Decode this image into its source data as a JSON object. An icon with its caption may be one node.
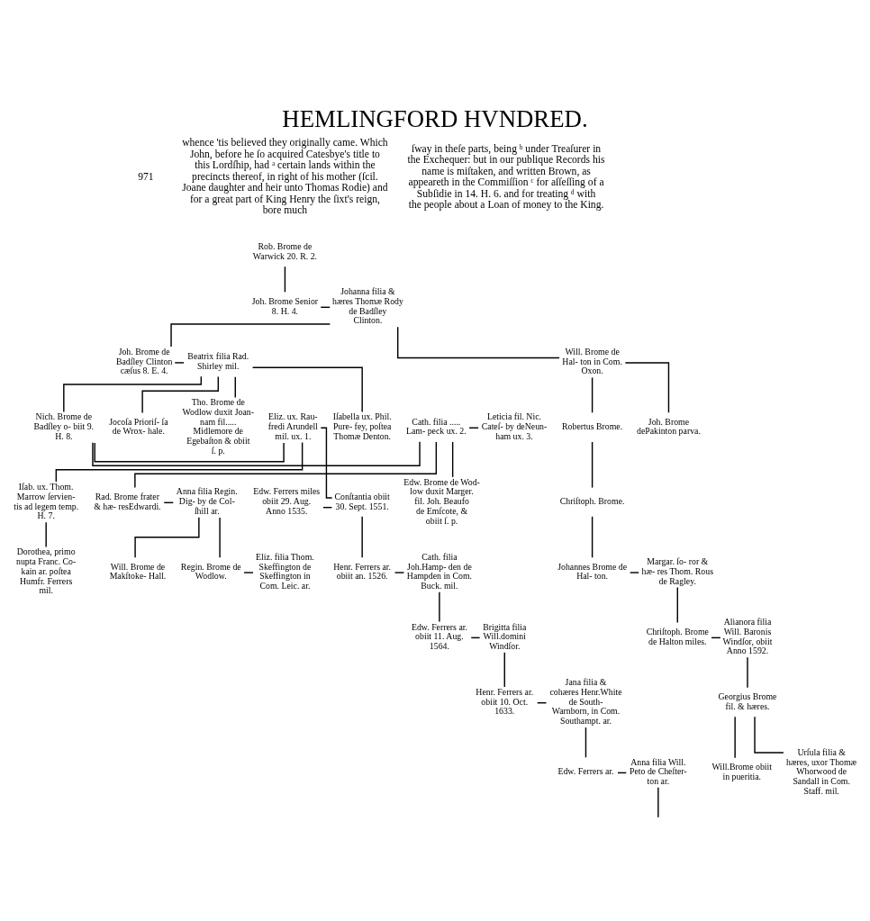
{
  "diagram": {
    "title": "HEMLINGFORD HVNDRED.",
    "nodes": [
      {
        "text": [
          "Rob. Brome de Warwick 20. R. 2."
        ]
      },
      {
        "text": [
          "Joh. Brome Senior 8. H. 4."
        ]
      },
      {
        "text": [
          "Johanna filia & hæres Thomæ Rody de Badſley Clinton."
        ]
      },
      {
        "text": [
          "Joh. Brome de Badſley Clinton cæſus 8. E. 4."
        ]
      },
      {
        "text": [
          "Beatrix filia Rad. Shirley mil."
        ]
      },
      {
        "text": [
          "Will. Brome de Hal- ton in Com. Oxon."
        ]
      },
      {
        "text": [
          "Jocoſa Prioriſ- ſa de Wrox- hale."
        ]
      },
      {
        "text": [
          "Tho. Brome de Wodlow duxit Joan- nam fil..... Midlemore de Egebaſton & obiit ſ. p."
        ]
      },
      {
        "text": [
          "Iſabella ux. Phil. Pure- fey, poſtea Thomæ Denton."
        ]
      },
      {
        "text": [
          "Eliz. ux. Rau- fredi Arundell mil. ux. 1."
        ]
      },
      {
        "text": [
          "Nich. Brome de Badſley o- biit 9. H. 8."
        ]
      },
      {
        "text": [
          "Cath. filia ..... Lam- peck ux. 2."
        ]
      },
      {
        "text": [
          "Leticia fil. Nic. Cateſ- by deNeun- ham ux. 3."
        ]
      },
      {
        "text": [
          "Joh. Brome dePakinton parva."
        ]
      },
      {
        "text": [
          "Robertus Brome."
        ]
      },
      {
        "text": [
          "Iſab. ux. Thom. Marrow ſervien- tis ad legem temp. H. 7."
        ]
      },
      {
        "text": [
          "Edw. Ferrers miles obiit 29. Aug. Anno 1535."
        ]
      },
      {
        "text": [
          "Conſtantia obiit 30. Sept. 1551."
        ]
      },
      {
        "text": [
          "Edw. Brome de Wod- low duxit Marger. fil. Joh. Beaufo de Emſcote, & obiit ſ. p."
        ]
      },
      {
        "text": [
          "Rad. Brome frater & hæ- resEdwardi."
        ]
      },
      {
        "text": [
          "Anna filia Regin. Dig- by de Col- ſhill ar."
        ]
      },
      {
        "text": [
          "Chriſtoph. Brome."
        ]
      },
      {
        "text": [
          "Dorothea, primo nupta Franc. Co- kain ar. poſtea Humfr. Ferrers mil."
        ]
      },
      {
        "text": [
          "Henr. Ferrers ar. obiit an. 1526."
        ]
      },
      {
        "text": [
          "Cath. filia Joh.Hamp- den de Hampden in Com. Buck. mil."
        ]
      },
      {
        "text": [
          "Will. Brome de Makſtoke- Hall."
        ]
      },
      {
        "text": [
          "Regin. Brome de Wodlow."
        ]
      },
      {
        "text": [
          "Eliz. filia Thom. Skeffington de Skeffington in Com. Leic. ar."
        ]
      },
      {
        "text": [
          "Johannes Brome de Hal- ton."
        ]
      },
      {
        "text": [
          "Margar. ſo- ror & hæ- res Thom. Rous de Ragley."
        ]
      },
      {
        "text": [
          "Edw. Ferrers ar. obiit 11. Aug. 1564."
        ]
      },
      {
        "text": [
          "Brigitta filia Will.domini Windſor."
        ]
      },
      {
        "text": [
          "Chriſtoph. Brome de Halton miles."
        ]
      },
      {
        "text": [
          "Alianora filia Will. Baronis Windſor, obiit Anno 1592."
        ]
      },
      {
        "text": [
          "Henr. Ferrers ar. obiit 10. Oct. 1633."
        ]
      },
      {
        "text": [
          "Jana filia & cohæres Henr.White de South- Warnborn, in Com. Southampt. ar."
        ]
      },
      {
        "text": [
          "Georgius Brome fil. & hæres."
        ]
      },
      {
        "text": [
          "Edw. Ferrers ar."
        ]
      },
      {
        "text": [
          "Anna filia Will. Peto de Cheſter- ton ar."
        ]
      },
      {
        "text": [
          "Will.Brome obiit in pueritia."
        ]
      },
      {
        "text": [
          "Urſula filia & hæres, uxor Thomæ Whorwood de Sandall in Com. Staff. mil."
        ]
      }
    ],
    "edges": [
      {
        "from": 0,
        "to": 1,
        "arrow": "none"
      },
      {
        "from": 1,
        "to": 2,
        "arrow": "none"
      },
      {
        "from": 2,
        "to": 3,
        "arrow": "none"
      },
      {
        "from": 2,
        "to": 5,
        "arrow": "none"
      },
      {
        "from": 3,
        "to": 4,
        "arrow": "none"
      },
      {
        "from": 4,
        "to": 6,
        "arrow": "none"
      },
      {
        "from": 4,
        "to": 7,
        "arrow": "none"
      },
      {
        "from": 4,
        "to": 8,
        "arrow": "none"
      },
      {
        "from": 4,
        "to": 10,
        "arrow": "none"
      },
      {
        "from": 5,
        "to": 13,
        "arrow": "none"
      },
      {
        "from": 5,
        "to": 14,
        "arrow": "none"
      },
      {
        "from": 9,
        "to": 10,
        "arrow": "none"
      },
      {
        "from": 10,
        "to": 11,
        "arrow": "none"
      },
      {
        "from": 11,
        "to": 12,
        "arrow": "none"
      },
      {
        "from": 9,
        "to": 15,
        "arrow": "none"
      },
      {
        "from": 9,
        "to": 17,
        "arrow": "none"
      },
      {
        "from": 11,
        "to": 18,
        "arrow": "none"
      },
      {
        "from": 11,
        "to": 19,
        "arrow": "none"
      },
      {
        "from": 14,
        "to": 21,
        "arrow": "none"
      },
      {
        "from": 16,
        "to": 17,
        "arrow": "none"
      },
      {
        "from": 19,
        "to": 20,
        "arrow": "none"
      },
      {
        "from": 15,
        "to": 22,
        "arrow": "none"
      },
      {
        "from": 17,
        "to": 23,
        "arrow": "none"
      },
      {
        "from": 20,
        "to": 25,
        "arrow": "none"
      },
      {
        "from": 20,
        "to": 26,
        "arrow": "none"
      },
      {
        "from": 21,
        "to": 28,
        "arrow": "none"
      },
      {
        "from": 23,
        "to": 24,
        "arrow": "none"
      },
      {
        "from": 26,
        "to": 27,
        "arrow": "none"
      },
      {
        "from": 28,
        "to": 29,
        "arrow": "none"
      },
      {
        "from": 24,
        "to": 30,
        "arrow": "none"
      },
      {
        "from": 29,
        "to": 32,
        "arrow": "none"
      },
      {
        "from": 30,
        "to": 31,
        "arrow": "none"
      },
      {
        "from": 32,
        "to": 33,
        "arrow": "none"
      },
      {
        "from": 31,
        "to": 34,
        "arrow": "none"
      },
      {
        "from": 33,
        "to": 36,
        "arrow": "none"
      },
      {
        "from": 34,
        "to": 35,
        "arrow": "none"
      },
      {
        "from": 35,
        "to": 37,
        "arrow": "none"
      },
      {
        "from": 36,
        "to": 39,
        "arrow": "none"
      },
      {
        "from": 36,
        "to": 40,
        "arrow": "none"
      },
      {
        "from": 37,
        "to": 38,
        "arrow": "none"
      },
      {
        "from": 38,
        "to": null,
        "arrow": "none"
      }
    ],
    "labels": [
      "971",
      "whence 'tis believed they originally came. Which John, before he ſo acquired Catesbye's title to this Lordſhip, had ᵃ certain lands within the precincts thereof, in right of his mother (ſcil. Joane daughter and heir unto Thomas Rodie) and for a great part of King Henry the ſixt's reign, bore much",
      "ſway in theſe parts, being ᵇ under Treaſurer in the Exchequer: but in our publique Records his name is miſtaken, and written Brown, as appeareth in the Commiſſion ᶜ for aſſeſſing of a Subſidie in 14. H. 6. and for treating ᵈ with the people about a Loan of money to the King."
    ]
  }
}
